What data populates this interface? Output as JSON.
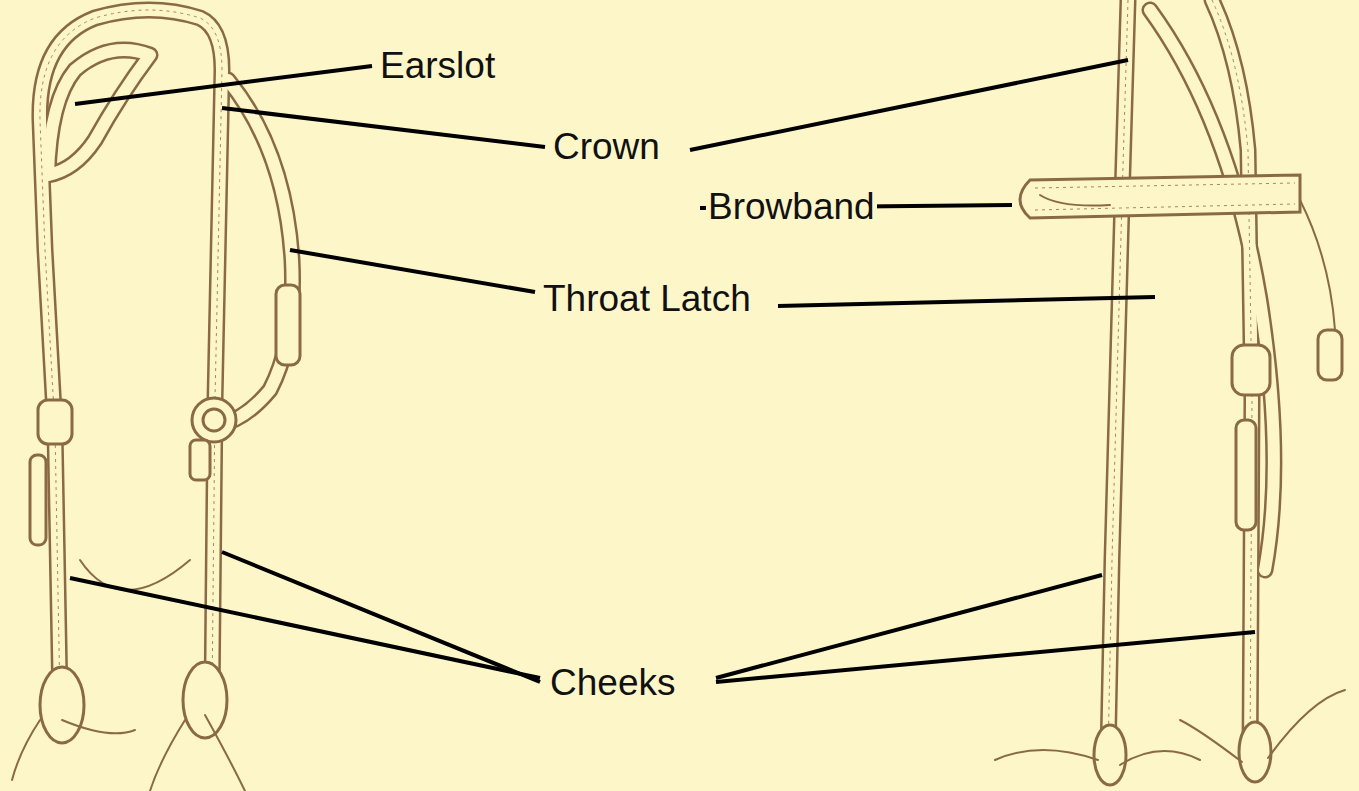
{
  "diagram": {
    "labels": [
      "Earslot",
      "Crown",
      "Browband",
      "Throat Latch",
      "Cheeks"
    ]
  }
}
